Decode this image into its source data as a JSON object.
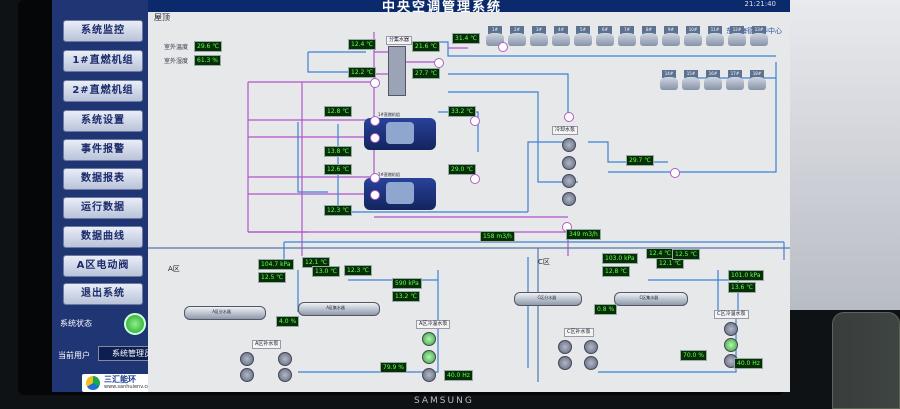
{
  "header": {
    "title": "中央空调管理系统",
    "clock": "21:21:40",
    "company": "东方海德亚华中心",
    "breadcrumb": "屋顶"
  },
  "nav": {
    "items": [
      "系统监控",
      "1#直燃机组",
      "2#直燃机组",
      "系统设置",
      "事件报警",
      "数据报表",
      "运行数据",
      "数据曲线",
      "A区电动阀",
      "退出系统"
    ]
  },
  "status": {
    "system_label": "系统状态",
    "user_label": "当前用户",
    "user_value": "系统管理员"
  },
  "logo": {
    "name": "三汇能环",
    "url": "www.sanhuienv.com"
  },
  "outdoor": {
    "temp_label": "室外温度",
    "temp_value": "29.6 ℃",
    "hum_label": "室外湿度",
    "hum_value": "61.3 %"
  },
  "manifold": {
    "label": "分集水器"
  },
  "readings": {
    "manifold_l1": "12.4 ℃",
    "manifold_r1": "21.6 ℃",
    "manifold_l2": "12.2 ℃",
    "manifold_r2": "27.7 ℃",
    "tower_in": "31.4 ℃",
    "ch1_chw_out": "12.8 ℃",
    "ch1_cw": "33.2 ℃",
    "ch1_chw_in": "13.8 ℃",
    "ch2_chw_out": "12.6 ℃",
    "ch2_cw": "29.0 ℃",
    "ch2_chw_in": "12.3 ℃",
    "cw_return": "29.7 ℃",
    "flow_a": "158 m3/h",
    "flow_c": "349 m3/h"
  },
  "chillers": {
    "ch1": "1#直燃机组",
    "ch2": "2#直燃机组"
  },
  "pump_groups": {
    "cooling": "冷却水泵"
  },
  "towers": {
    "row1": [
      "1#",
      "2#",
      "3#",
      "4#",
      "5#",
      "6#",
      "7#",
      "8#",
      "9#",
      "10#",
      "11#",
      "12#",
      "13#"
    ],
    "row2": [
      "14#",
      "15#",
      "16#",
      "17#",
      "18#"
    ]
  },
  "zone_a": {
    "label": "A区",
    "t1": "104.7 kPa",
    "t2": "12.5 ℃",
    "s1": "12.1 ℃",
    "s2": "13.0 ℃",
    "s3": "12.3 ℃",
    "p1": "590 kPa",
    "t3": "13.2 ℃",
    "valve": "4.0 %",
    "dist_tank": "A区分水器",
    "coll_tank": "A区集水器",
    "makeup": "A区补水泵",
    "chw": "A区冷温水泵",
    "pump_pct": "79.9 %",
    "hz": "40.0 Hz"
  },
  "zone_c": {
    "label": "C区",
    "t1": "103.0 kPa",
    "t2": "12.8 ℃",
    "s1": "12.4 ℃",
    "s2": "12.1 ℃",
    "s3": "12.5 ℃",
    "p1": "101.0 kPa",
    "t3": "13.6 ℃",
    "valve": "0.8 %",
    "dist_tank": "C区分水器",
    "coll_tank": "C区集水器",
    "makeup": "C区补水泵",
    "chw": "C区冷温水泵",
    "pump_pct": "70.0 %",
    "hz": "40.0 Hz"
  },
  "bezel": {
    "brand": "SAMSUNG"
  },
  "colors": {
    "pipe_chw": "#b055c9",
    "pipe_cw": "#3d82d6",
    "panel": "#1f3574",
    "led": "#1ca21c"
  }
}
